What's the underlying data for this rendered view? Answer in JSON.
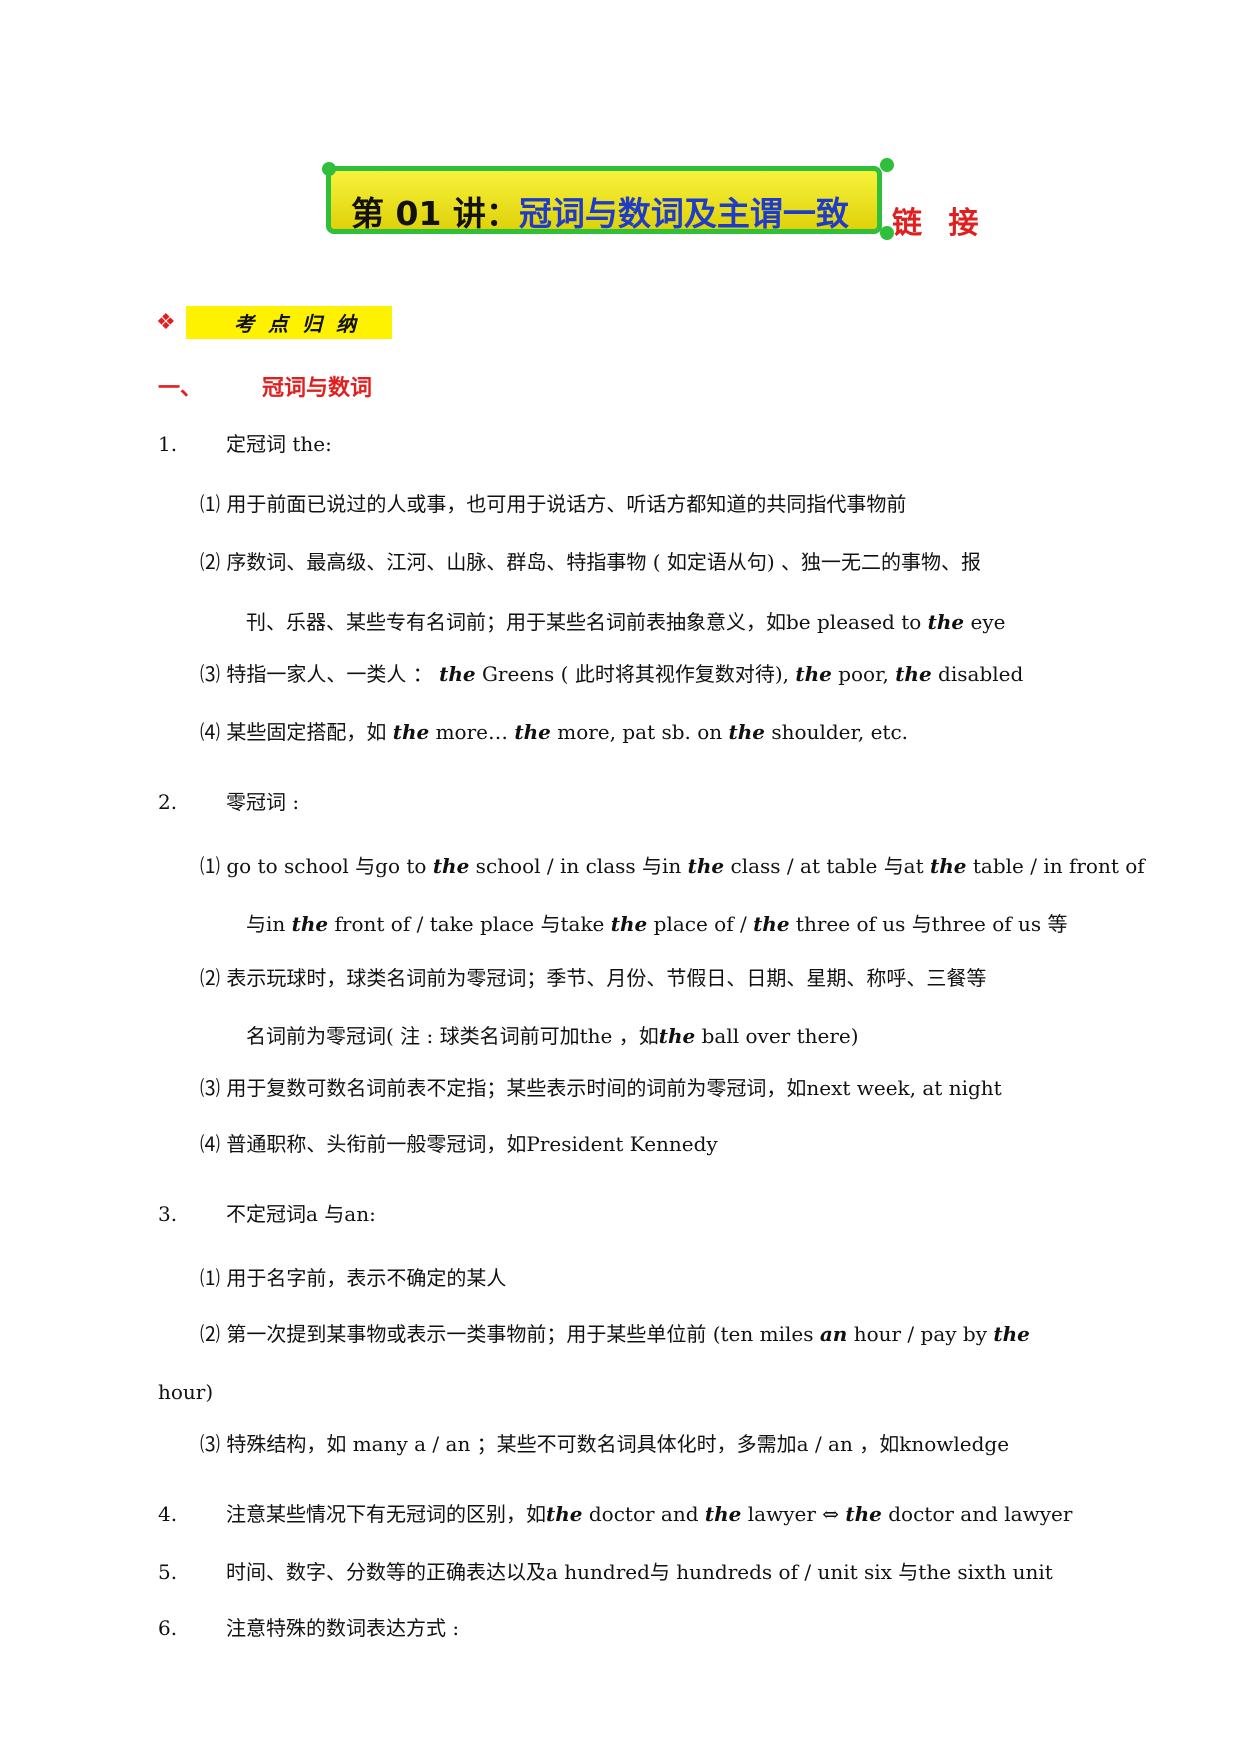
{
  "title": {
    "number": "第 01 讲：",
    "text": "冠词与数词及主谓一致",
    "link_label": "链 接"
  },
  "section_tag": {
    "icon": "diamond-flower-icon",
    "label": "考点归纳"
  },
  "section_heading": {
    "number": "一、",
    "text": "冠词与数词"
  },
  "items": {
    "i1": {
      "num": "1.",
      "text": "定冠词  the:"
    },
    "i1_1": "⑴  用于前面已说过的人或事，也可用于说话方、听话方都知道的共同指代事物前",
    "i1_2a": "⑵ 序数词、最高级、江河、山脉、群岛、特指事物 ( 如定语从句) 、独一无二的事物、报",
    "i1_2b_pre": "刊、乐器、某些专有名词前；用于某些名词前表抽象意义，如be pleased to ",
    "i1_2b_the": "the",
    "i1_2b_post": " eye",
    "i1_3_pre": "⑶ 特指一家人、一类人 ： ",
    "i1_3_the1": "the",
    "i1_3_mid1": "   Greens ( 此时将其视作复数对待), ",
    "i1_3_the2": "the",
    "i1_3_mid2": " poor, ",
    "i1_3_the3": "the",
    "i1_3_post": " disabled",
    "i1_4_pre": "⑷ 某些固定搭配，如  ",
    "i1_4_the1": "the",
    "i1_4_mid1": " more…  ",
    "i1_4_the2": "the",
    "i1_4_mid2": " more, pat sb. on ",
    "i1_4_the3": "the",
    "i1_4_post": " shoulder, etc.",
    "i2": {
      "num": "2.",
      "text": "零冠词  :"
    },
    "i2_1_a": "⑴ go to school   与go to ",
    "i2_1_the1": "the",
    "i2_1_b": " school / in class    与in ",
    "i2_1_the2": "the",
    "i2_1_c": " class / at table    与at ",
    "i2_1_the3": "the",
    "i2_1_d": " table / in   front of",
    "i2_1e_a": "与in ",
    "i2_1e_the1": "the",
    "i2_1e_b": " front of / take place   与take ",
    "i2_1e_the2": "the",
    "i2_1e_c": " place of / ",
    "i2_1e_the3": "the",
    "i2_1e_d": " three of us    与three of us    等",
    "i2_2a": "⑵ 表示玩球时，球类名词前为零冠词；季节、月份、节假日、日期、星期、称呼、三餐等",
    "i2_2b_pre": "名词前为零冠词(  注   :  球类名词前可加the    ，如",
    "i2_2b_the": "the",
    "i2_2b_post": " ball over there)",
    "i2_3": "⑶  用于复数可数名词前表不定指；某些表示时间的词前为零冠词，如next week, at night",
    "i2_4": "⑷  普通职称、头衔前一般零冠词，如President Kennedy",
    "i3": {
      "num": "3.",
      "text": "不定冠词a  与an:"
    },
    "i3_1": "⑴  用于名字前，表示不确定的某人",
    "i3_2_pre": "⑵ 第一次提到某事物或表示一类事物前；用于某些单位前  (ten miles ",
    "i3_2_an": "an",
    "i3_2_mid": " hour / pay by ",
    "i3_2_the": "the",
    "i3_2_cont": "hour)",
    "i3_3": "⑶ 特殊结构，如  many a / an  ；某些不可数名词具体化时，多需加a / an    ，如knowledge",
    "i4": {
      "num": "4.",
      "pre": "注意某些情况下有无冠词的区别，如",
      "the1": "the",
      "mid1": " doctor and ",
      "the2": "the",
      "mid2": "   lawyer ⇔ ",
      "the3": "the",
      "post": " doctor and lawyer"
    },
    "i5": {
      "num": "5.",
      "text": "时间、数字、分数等的正确表达以及a hundred与   hundreds of / unit six  与the sixth unit"
    },
    "i6": {
      "num": "6.",
      "text": "注意特殊的数词表达方式  :"
    }
  }
}
